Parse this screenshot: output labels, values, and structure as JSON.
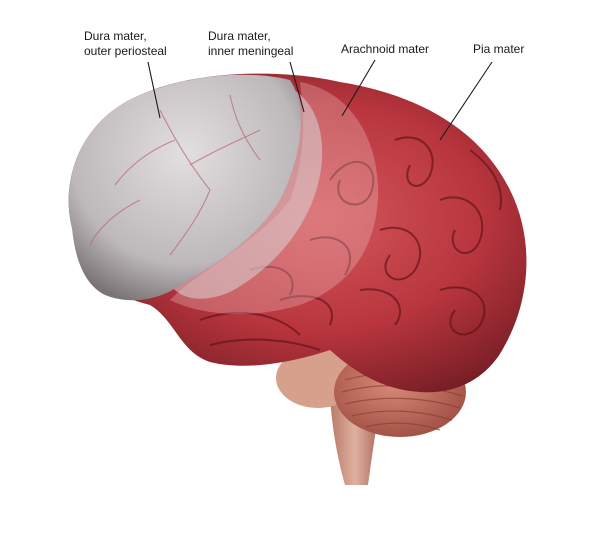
{
  "labels": {
    "dura_outer": {
      "line1": "Dura mater,",
      "line2": "outer periosteal"
    },
    "dura_inner": {
      "line1": "Dura mater,",
      "line2": "inner meningeal"
    },
    "arachnoid": "Arachnoid mater",
    "pia": "Pia mater"
  },
  "colors": {
    "background": "#ffffff",
    "brain_red": "#b8353d",
    "brain_dark": "#6e1a22",
    "dura_grey": "#c9c5c7",
    "cerebellum": "#c46e5e",
    "brainstem": "#d49a86",
    "leader_line": "#1a1a1a"
  }
}
